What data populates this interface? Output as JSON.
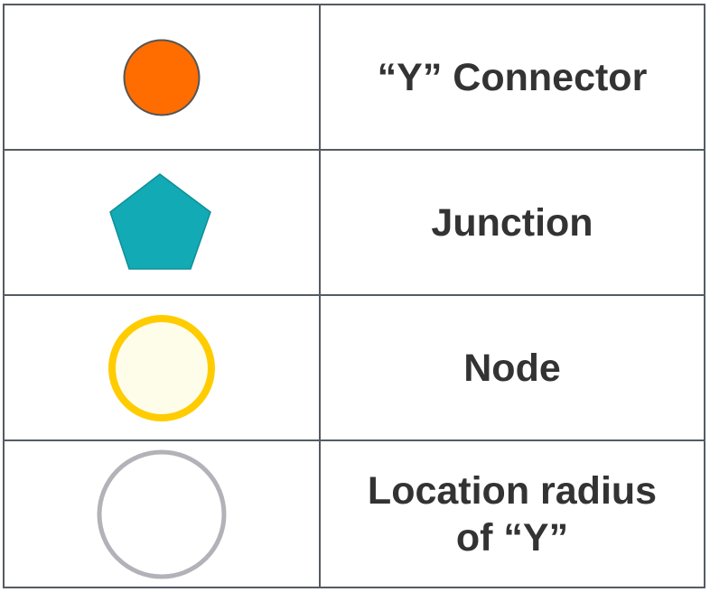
{
  "legend": {
    "rows": [
      {
        "label_lines": [
          "“Y” Connector"
        ],
        "symbol": {
          "icon": "orange-circle-icon",
          "fill": "#ff6d00",
          "stroke": "#555555"
        }
      },
      {
        "label_lines": [
          "Junction"
        ],
        "symbol": {
          "icon": "teal-pentagon-icon",
          "fill": "#12aab4",
          "stroke": "#0e8f98"
        }
      },
      {
        "label_lines": [
          "Node"
        ],
        "symbol": {
          "icon": "yellow-ring-icon",
          "fill": "#fdfdea",
          "stroke": "#ffcc00"
        }
      },
      {
        "label_lines": [
          "Location radius",
          "of “Y”"
        ],
        "symbol": {
          "icon": "gray-ring-icon",
          "fill": "#ffffff",
          "stroke": "#b2b2b8"
        }
      }
    ],
    "border_color": "#555b62",
    "text_color": "#333333"
  }
}
